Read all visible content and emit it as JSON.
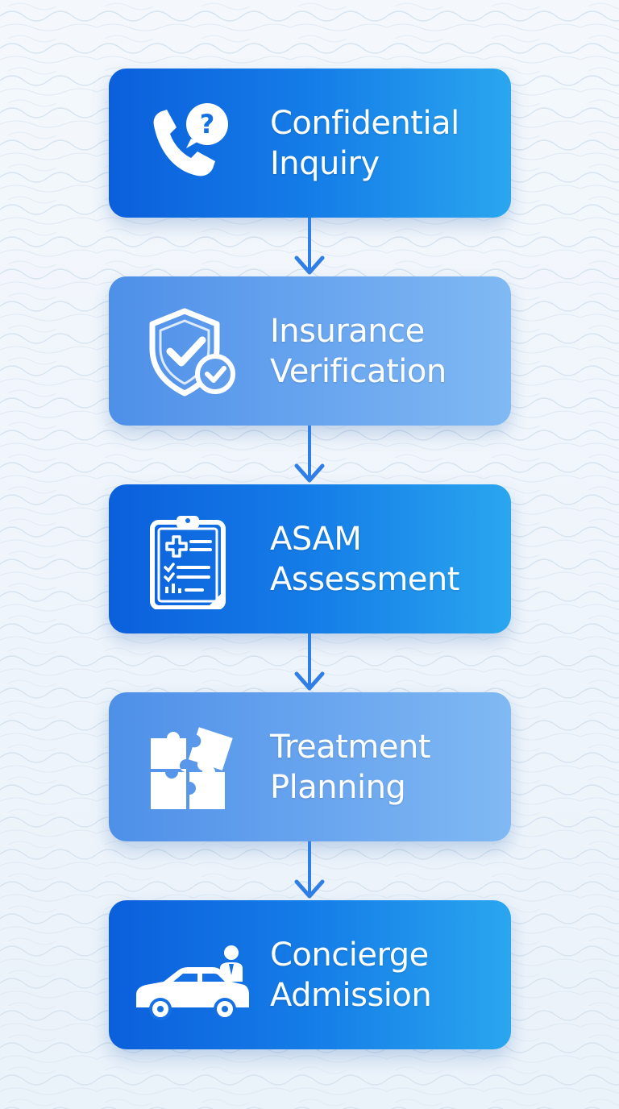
{
  "steps": [
    {
      "line1": "Confidential",
      "line2": "Inquiry",
      "icon": "phone-question-icon",
      "tone": "dark"
    },
    {
      "line1": "Insurance",
      "line2": "Verification",
      "icon": "shield-check-icon",
      "tone": "light"
    },
    {
      "line1": "ASAM",
      "line2": "Assessment",
      "icon": "clipboard-medical-icon",
      "tone": "dark"
    },
    {
      "line1": "Treatment",
      "line2": "Planning",
      "icon": "puzzle-icon",
      "tone": "light"
    },
    {
      "line1": "Concierge",
      "line2": "Admission",
      "icon": "car-concierge-icon",
      "tone": "dark"
    }
  ],
  "colors": {
    "box_dark_start": "#0b5fdc",
    "box_dark_end": "#2aa6ee",
    "box_light_start": "#4e8fe8",
    "box_light_end": "#80b9f3",
    "connector": "#2f7fe6",
    "text": "#ffffff",
    "background": "#eef4fa"
  }
}
